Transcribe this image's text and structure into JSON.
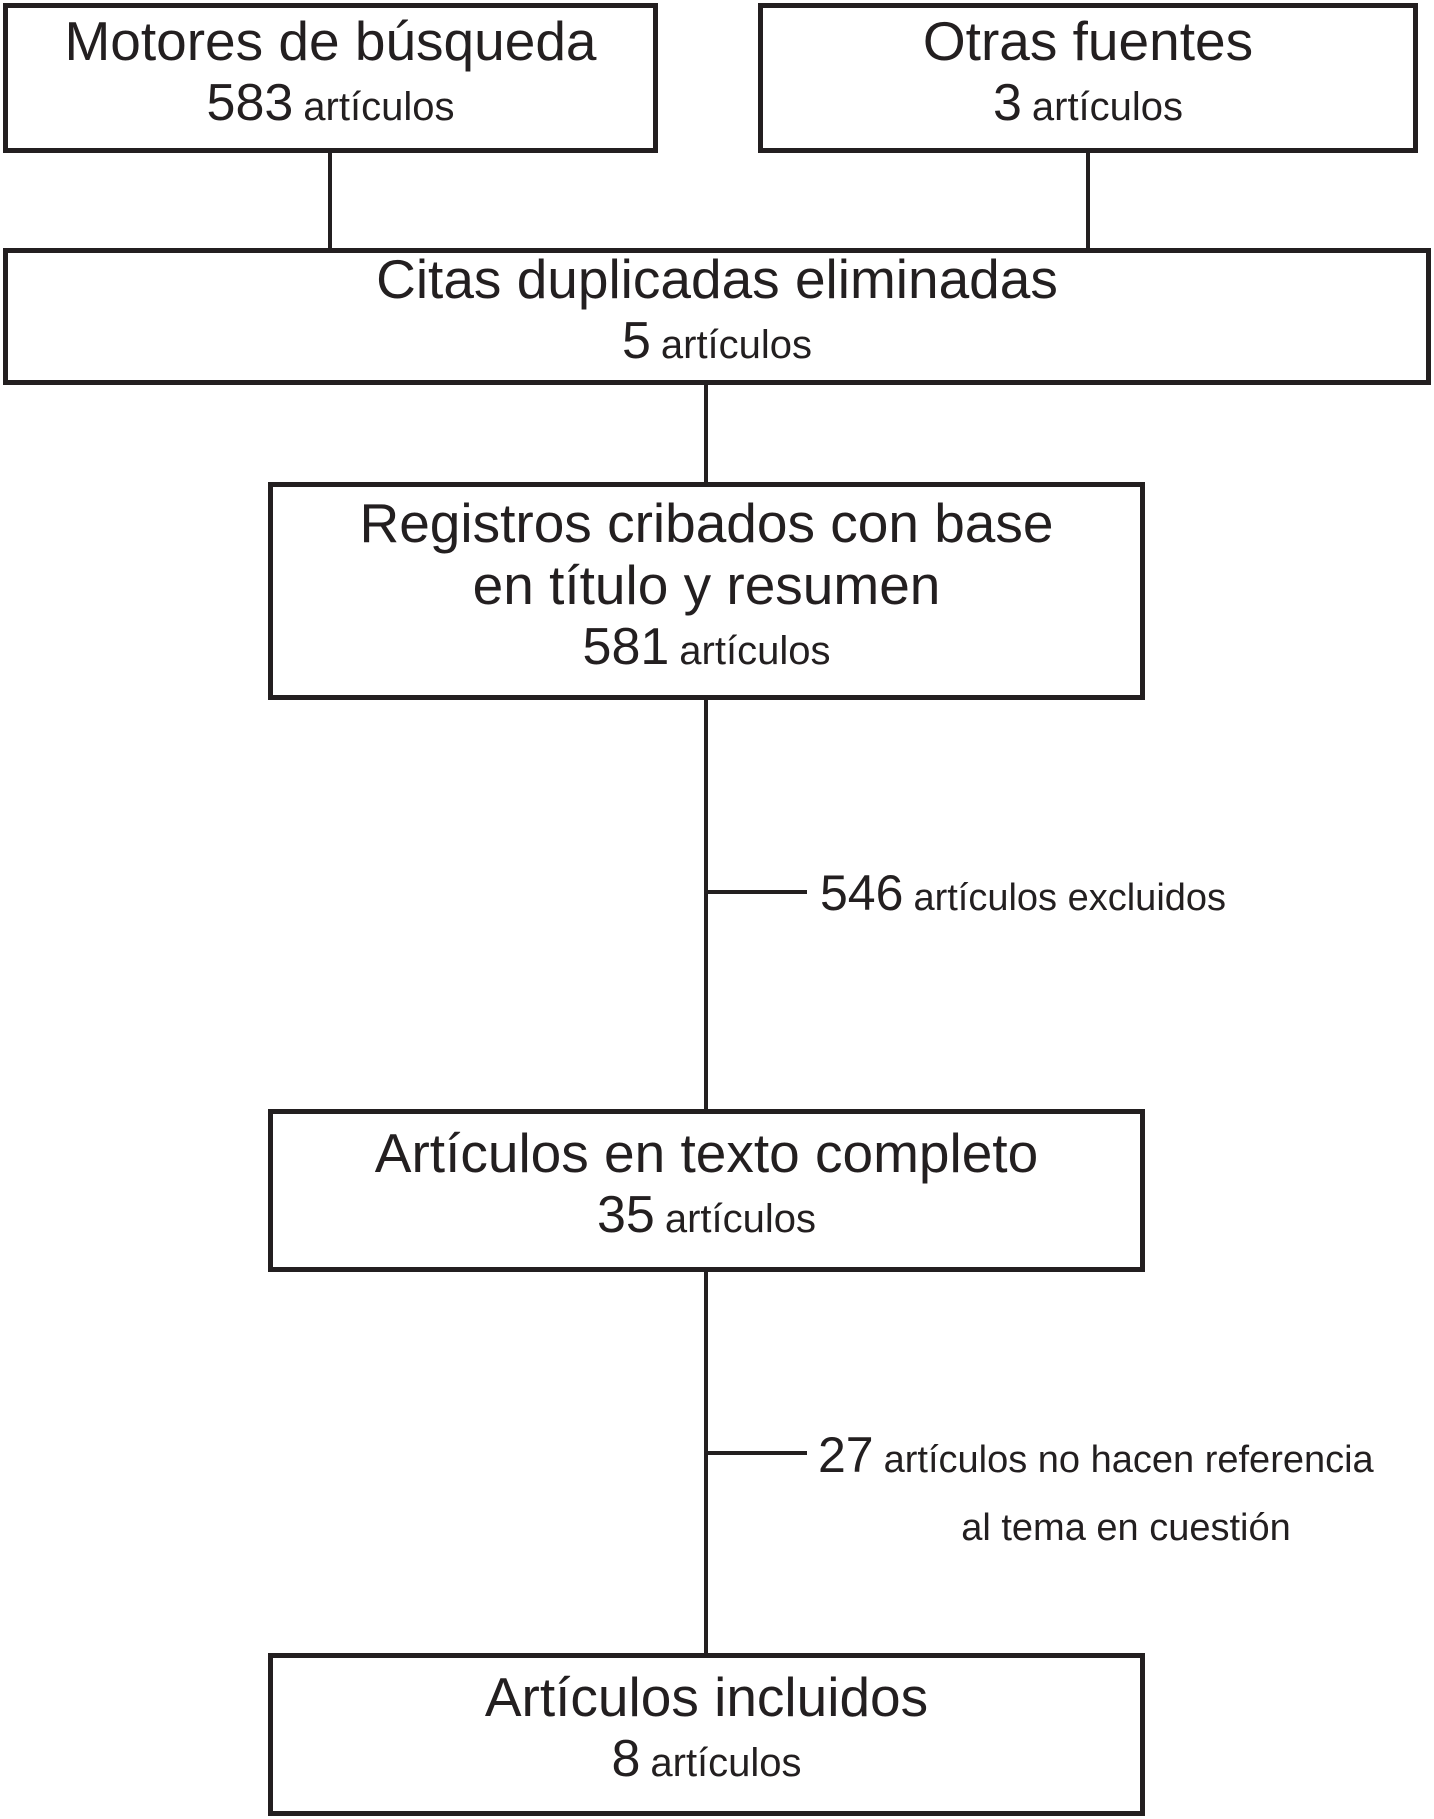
{
  "colors": {
    "line": "#231f20",
    "background": "#ffffff"
  },
  "boxes": {
    "search_engines": {
      "title": "Motores de búsqueda",
      "count": "583",
      "unit": "artículos"
    },
    "other_sources": {
      "title": "Otras fuentes",
      "count": "3",
      "unit": "artículos"
    },
    "duplicates_removed": {
      "title": "Citas duplicadas eliminadas",
      "count": "5",
      "unit": "artículos"
    },
    "records_screened": {
      "title_line1": "Registros cribados con base",
      "title_line2": "en título y resumen",
      "count": "581",
      "unit": "artículos"
    },
    "full_text": {
      "title": "Artículos en texto completo",
      "count": "35",
      "unit": "artículos"
    },
    "included": {
      "title": "Artículos incluidos",
      "count": "8",
      "unit": "artículos"
    }
  },
  "exclusions": {
    "screened_excluded": {
      "count": "546",
      "label": "artículos excluidos"
    },
    "fulltext_excluded": {
      "count": "27",
      "label_line1": "artículos no hacen referencia",
      "label_line2": "al tema en cuestión"
    }
  }
}
